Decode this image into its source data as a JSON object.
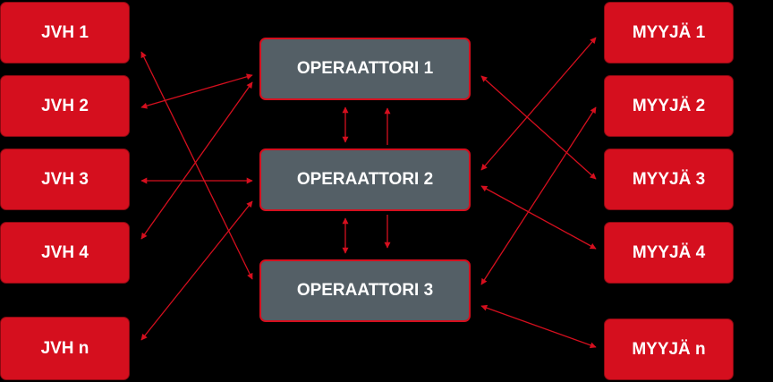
{
  "left_nodes": [
    {
      "id": "jvh1",
      "label": "JVH 1"
    },
    {
      "id": "jvh2",
      "label": "JVH 2"
    },
    {
      "id": "jvh3",
      "label": "JVH 3"
    },
    {
      "id": "jvh4",
      "label": "JVH 4"
    },
    {
      "id": "jvhn",
      "label": "JVH n"
    }
  ],
  "operators": [
    {
      "id": "op1",
      "label": "OPERAATTORI 1"
    },
    {
      "id": "op2",
      "label": "OPERAATTORI 2"
    },
    {
      "id": "op3",
      "label": "OPERAATTORI 3"
    }
  ],
  "right_nodes": [
    {
      "id": "myy1",
      "label": "MYYJÄ 1"
    },
    {
      "id": "myy2",
      "label": "MYYJÄ 2"
    },
    {
      "id": "myy3",
      "label": "MYYJÄ 3"
    },
    {
      "id": "myy4",
      "label": "MYYJÄ 4"
    },
    {
      "id": "myyn",
      "label": "MYYJÄ n"
    }
  ],
  "connections": [
    {
      "from": "jvh1",
      "to": "op3",
      "direction": "both"
    },
    {
      "from": "jvh2",
      "to": "op1",
      "direction": "both"
    },
    {
      "from": "jvh3",
      "to": "op2",
      "direction": "both"
    },
    {
      "from": "jvh4",
      "to": "op1",
      "direction": "both"
    },
    {
      "from": "jvhn",
      "to": "op2",
      "direction": "both"
    },
    {
      "from": "op1",
      "to": "myy3",
      "direction": "both"
    },
    {
      "from": "op2",
      "to": "myy1",
      "direction": "both"
    },
    {
      "from": "op2",
      "to": "myy4",
      "direction": "both"
    },
    {
      "from": "op3",
      "to": "myy2",
      "direction": "both"
    },
    {
      "from": "op3",
      "to": "myyn",
      "direction": "both"
    },
    {
      "from": "op1",
      "to": "op2",
      "direction": "both"
    },
    {
      "from": "op2",
      "to": "op1",
      "direction": "forward"
    },
    {
      "from": "op2",
      "to": "op3",
      "direction": "both"
    },
    {
      "from": "op2",
      "to": "op3",
      "direction": "forward"
    }
  ],
  "colors": {
    "background": "#000000",
    "node_red": "#d50f1e",
    "operator_fill": "#545f66",
    "operator_border": "#d50f1e",
    "arrow": "#d50f1e",
    "text": "#ffffff"
  }
}
